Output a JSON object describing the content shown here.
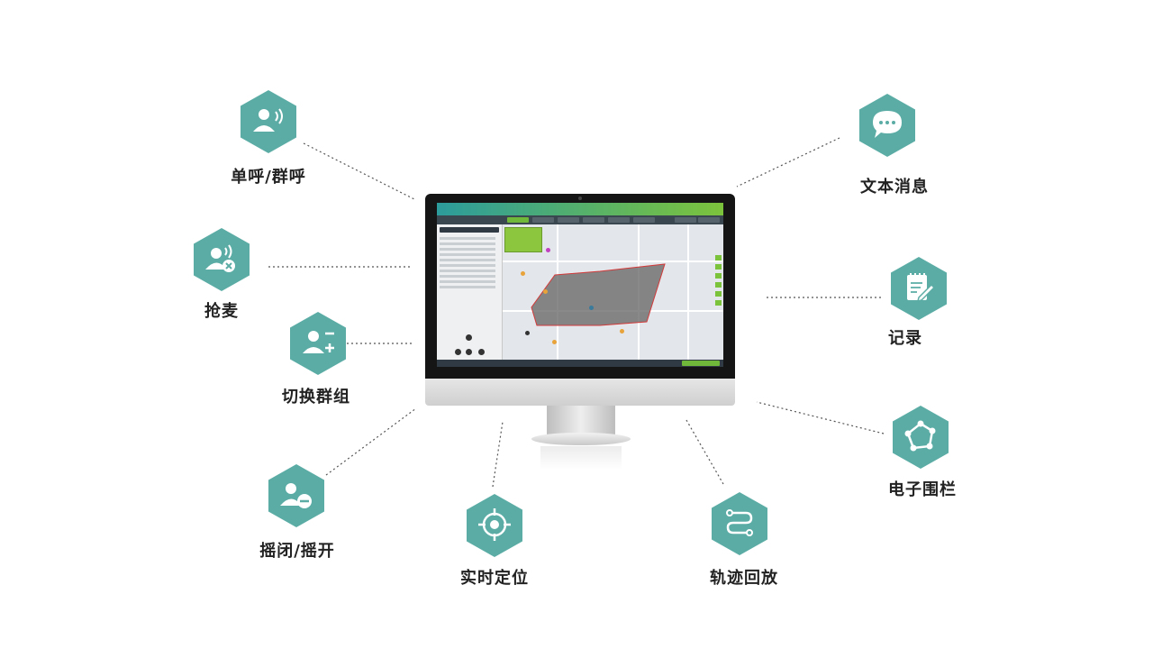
{
  "features": [
    {
      "id": "call",
      "label": "单呼/群呼",
      "icon": "person-voice-icon"
    },
    {
      "id": "grab",
      "label": "抢麦",
      "icon": "person-mute-icon"
    },
    {
      "id": "switch",
      "label": "切换群组",
      "icon": "person-switch-icon"
    },
    {
      "id": "stun",
      "label": "摇闭/摇开",
      "icon": "person-minus-icon"
    },
    {
      "id": "locate",
      "label": "实时定位",
      "icon": "location-target-icon"
    },
    {
      "id": "track",
      "label": "轨迹回放",
      "icon": "route-icon"
    },
    {
      "id": "message",
      "label": "文本消息",
      "icon": "chat-bubble-icon"
    },
    {
      "id": "record",
      "label": "记录",
      "icon": "notepad-icon"
    },
    {
      "id": "fence",
      "label": "电子围栏",
      "icon": "polygon-fence-icon"
    }
  ],
  "colors": {
    "hex": "#5aaca5",
    "label": "#222222",
    "line": "#555555"
  }
}
